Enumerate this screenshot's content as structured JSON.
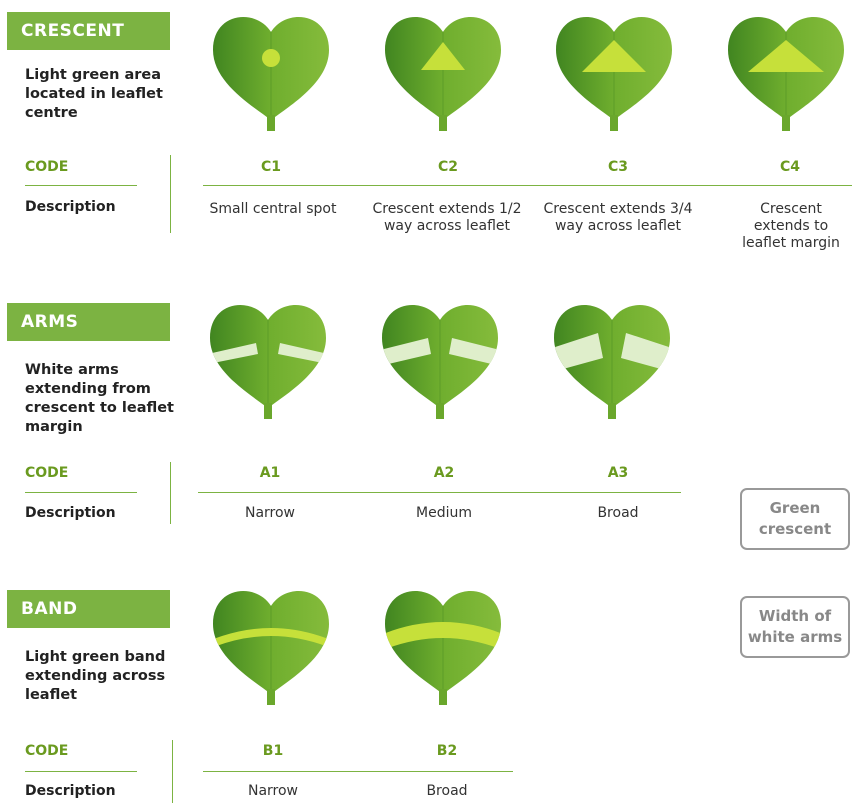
{
  "crescent": {
    "title": "CRESCENT",
    "description": "Light green area located in leaflet centre",
    "code_label": "CODE",
    "desc_label": "Description",
    "items": [
      {
        "code": "C1",
        "desc": "Small central spot"
      },
      {
        "code": "C2",
        "desc": "Crescent extends 1/2 way across leaflet"
      },
      {
        "code": "C3",
        "desc": "Crescent extends 3/4 way across leaflet"
      },
      {
        "code": "C4",
        "desc": "Crescent extends to leaflet margin"
      }
    ]
  },
  "arms": {
    "title": "ARMS",
    "description": "White arms extending from crescent to leaflet margin",
    "code_label": "CODE",
    "desc_label": "Description",
    "items": [
      {
        "code": "A1",
        "desc": "Narrow"
      },
      {
        "code": "A2",
        "desc": "Medium"
      },
      {
        "code": "A3",
        "desc": "Broad"
      }
    ]
  },
  "band": {
    "title": "BAND",
    "description": "Light green band extending across leaflet",
    "code_label": "CODE",
    "desc_label": "Description",
    "items": [
      {
        "code": "B1",
        "desc": "Narrow"
      },
      {
        "code": "B2",
        "desc": "Broad"
      }
    ]
  },
  "legend": {
    "green_crescent": "Green crescent",
    "width_white_arms": "Width of white arms"
  },
  "colors": {
    "tag_green": "#7cb342",
    "leaf_dark": "#4a8a1f",
    "leaf_light": "#8fc043",
    "crescent": "#c6e03a",
    "arms": "#dfeecb"
  }
}
